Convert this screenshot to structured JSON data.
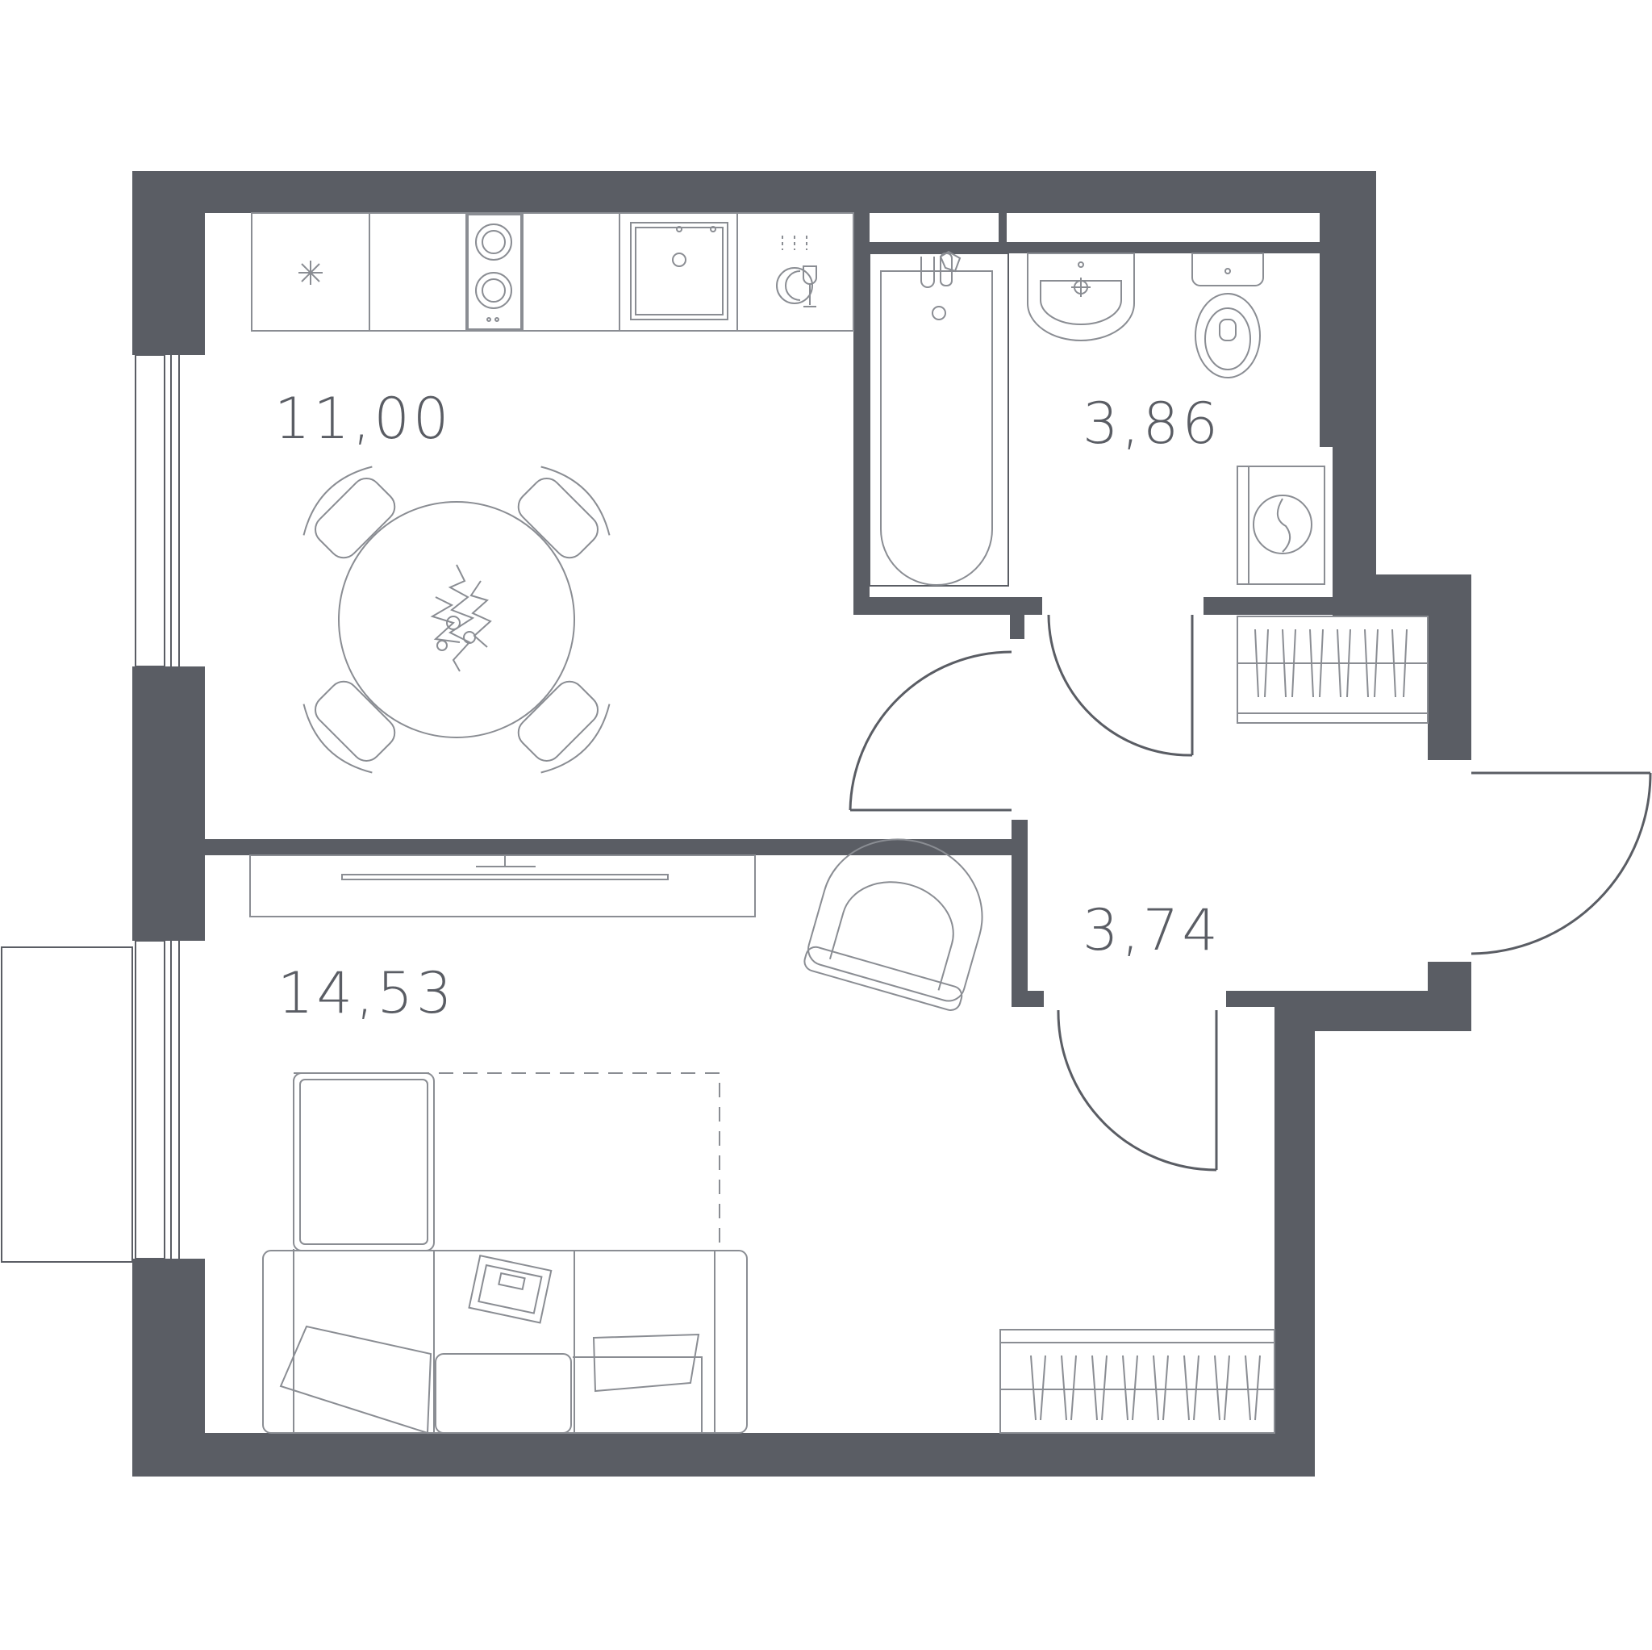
{
  "colors": {
    "wall": "#5a5d64",
    "line": "#8a8d93",
    "background": "#ffffff"
  },
  "rooms": [
    {
      "id": "kitchen",
      "area": "11,00"
    },
    {
      "id": "bathroom",
      "area": "3,86"
    },
    {
      "id": "hallway",
      "area": "3,74"
    },
    {
      "id": "living-room",
      "area": "14,53"
    }
  ],
  "fixtures": [
    "refrigerator-icon",
    "hob-icon",
    "sink-icon",
    "dishwasher-icon",
    "bathtub-icon",
    "washbasin-icon",
    "toilet-icon",
    "washing-machine-icon",
    "wardrobe-icon",
    "tv-icon",
    "armchair-icon",
    "sofa-icon",
    "dining-table-icon"
  ]
}
